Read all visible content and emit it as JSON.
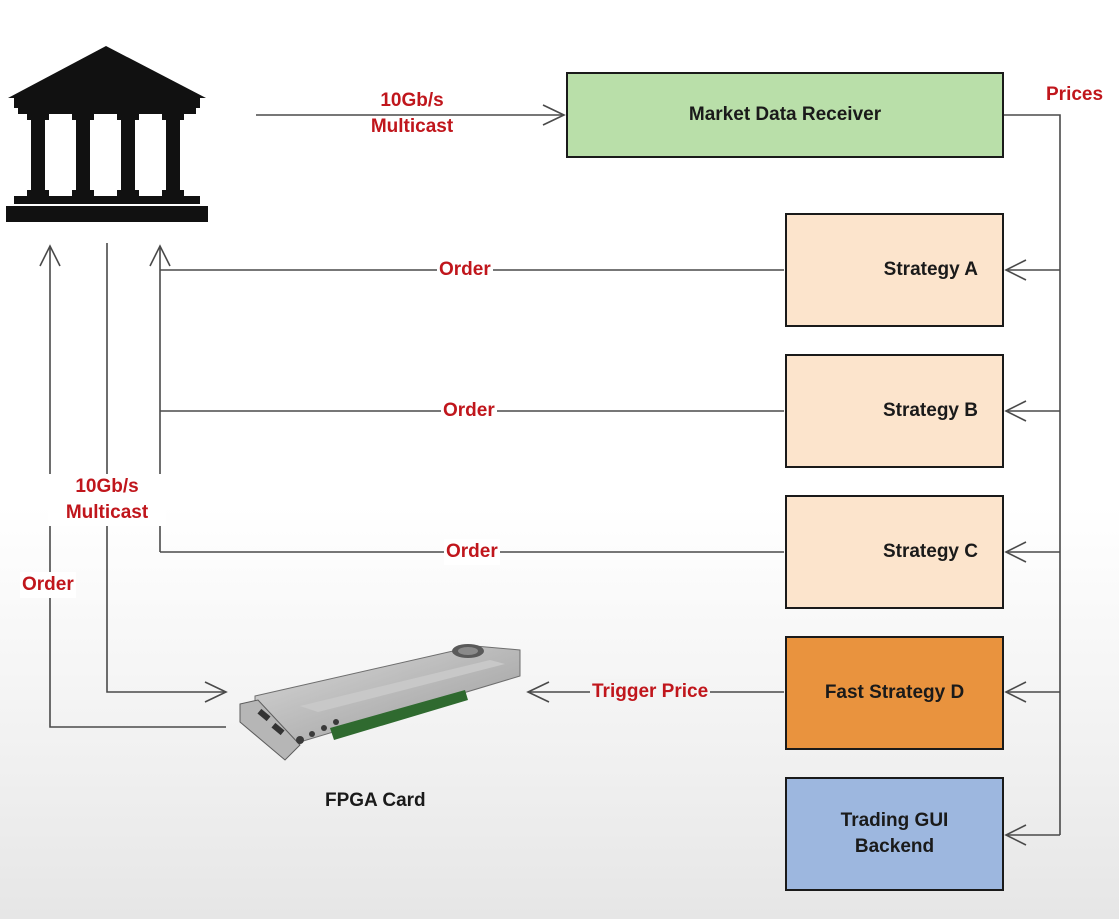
{
  "nodes": {
    "market_data_receiver": "Market Data Receiver",
    "strategy_a": "Strategy A",
    "strategy_b": "Strategy B",
    "strategy_c": "Strategy C",
    "fast_strategy_d": "Fast Strategy D",
    "trading_gui_backend_line1": "Trading GUI",
    "trading_gui_backend_line2": "Backend",
    "fpga_card": "FPGA Card"
  },
  "edges": {
    "multicast_top_line1": "10Gb/s",
    "multicast_top_line2": "Multicast",
    "prices": "Prices",
    "order_a": "Order",
    "order_b": "Order",
    "order_c": "Order",
    "multicast_left_line1": "10Gb/s",
    "multicast_left_line2": "Multicast",
    "order_left": "Order",
    "trigger_price": "Trigger Price"
  },
  "icons": {
    "exchange": "bank-building-icon",
    "fpga": "fpga-card-icon"
  },
  "colors": {
    "label_red": "#c0161c",
    "receiver_fill": "#b9dfa9",
    "strategy_fill": "#fce4cc",
    "fast_strategy_fill": "#e9933e",
    "gui_fill": "#9db7df"
  }
}
